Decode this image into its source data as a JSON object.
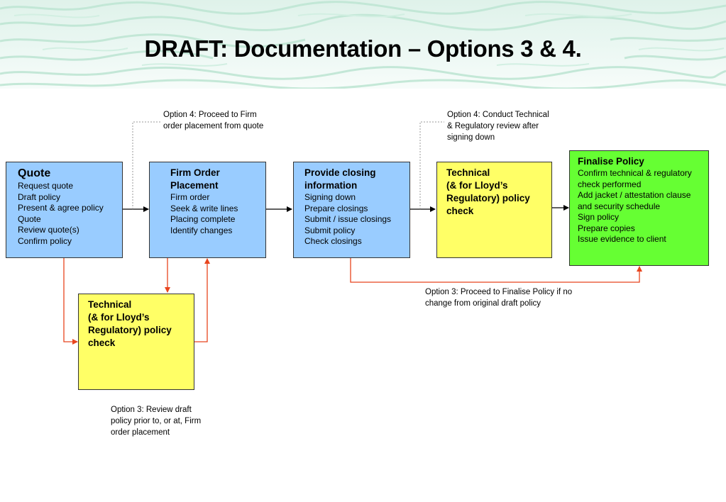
{
  "title": "DRAFT: Documentation – Options 3 & 4.",
  "boxes": {
    "quote": {
      "heading": "Quote",
      "items": [
        "Request quote",
        "Draft policy",
        "Present & agree policy",
        "Quote",
        "Review quote(s)",
        "Confirm policy"
      ]
    },
    "firm_order": {
      "heading_line1": "Firm Order",
      "heading_line2": "Placement",
      "items": [
        "Firm order",
        "Seek & write lines",
        "Placing complete",
        "Identify changes"
      ]
    },
    "closing": {
      "heading_line1": "Provide closing",
      "heading_line2": "information",
      "items": [
        "Signing down",
        "Prepare closings",
        "Submit / issue closings",
        "Submit policy",
        "Check closings"
      ]
    },
    "technical_top": {
      "line1": "Technical",
      "line2": "(& for Lloyd’s",
      "line3": "Regulatory) policy",
      "line4": "check"
    },
    "finalise": {
      "heading": "Finalise Policy",
      "items": [
        "Confirm technical & regulatory",
        "check performed",
        "Add jacket / attestation clause",
        "and security schedule",
        "Sign policy",
        "Prepare copies",
        "Issue evidence to client"
      ]
    },
    "technical_bottom": {
      "line1": "Technical",
      "line2": "(& for Lloyd’s",
      "line3": "Regulatory) policy",
      "line4": "check"
    }
  },
  "notes": {
    "option4_firm": {
      "line1": "Option 4: Proceed to Firm",
      "line2": "order placement from quote"
    },
    "option4_technical": {
      "line1": "Option 4: Conduct Technical",
      "line2": "& Regulatory review after",
      "line3": "signing down"
    },
    "option3_finalise": {
      "line1": "Option 3: Proceed to Finalise Policy if no",
      "line2": "change from original draft policy"
    },
    "option3_review": {
      "line1": "Option 3: Review draft",
      "line2": "policy prior to, or at, Firm",
      "line3": "order placement"
    }
  },
  "colors": {
    "blue_box": "#99ccff",
    "yellow_box": "#ffff66",
    "green_box": "#66ff33",
    "option3_arrow": "#e8451e",
    "main_arrow": "#000000",
    "option4_leader": "#999999"
  }
}
